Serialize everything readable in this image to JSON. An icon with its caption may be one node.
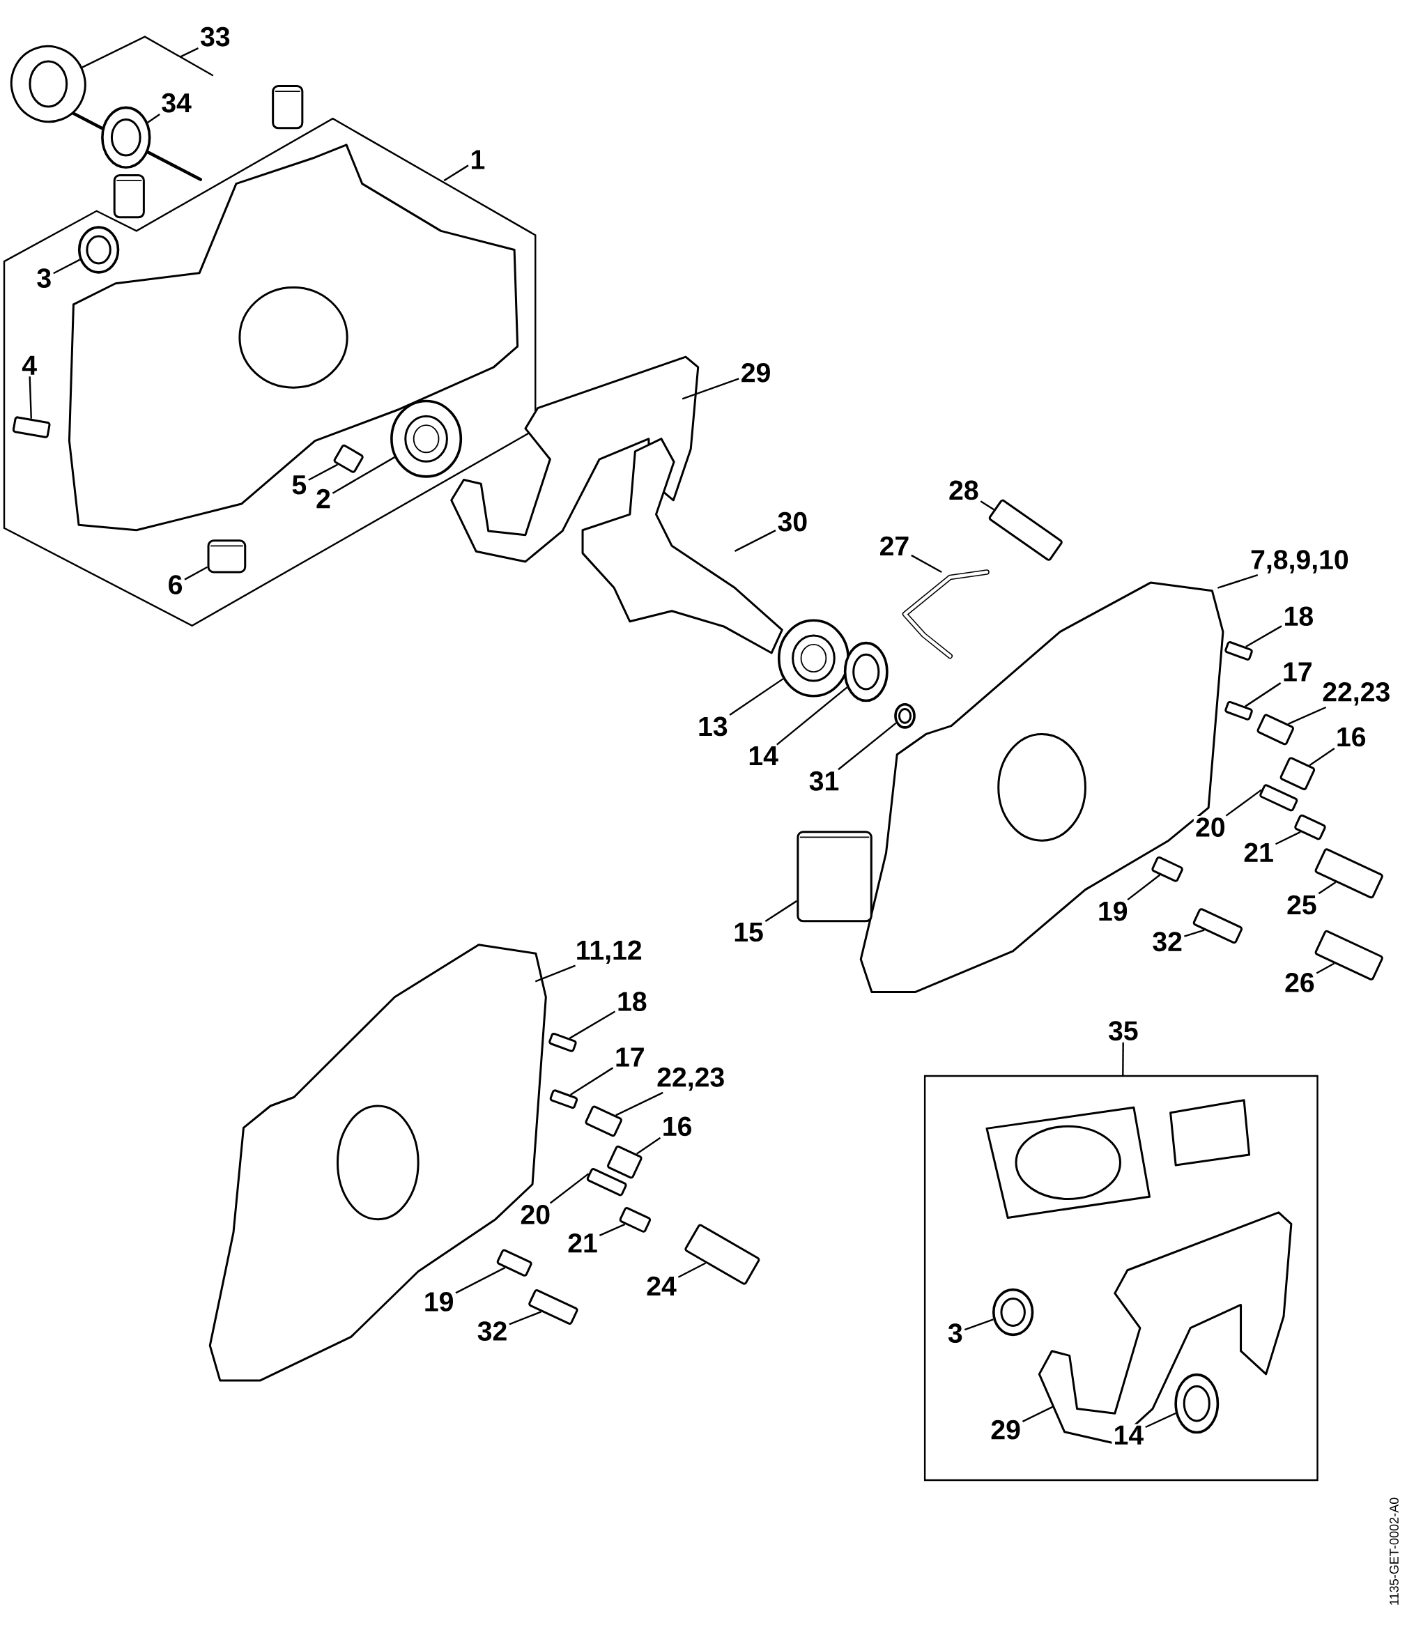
{
  "diagram": {
    "nodes": [
      {
        "text": [
          "33"
        ]
      },
      {
        "text": [
          "34"
        ]
      },
      {
        "text": [],
        "shape": "picture"
      },
      {
        "text": [],
        "shape": "picture"
      },
      {
        "text": [
          "1"
        ]
      },
      {
        "text": [],
        "shape": "box"
      },
      {
        "text": [
          "3"
        ],
        "in": 5
      },
      {
        "text": [],
        "shape": "picture",
        "in": 5
      },
      {
        "text": [
          "4"
        ],
        "in": 5
      },
      {
        "text": [],
        "shape": "picture",
        "in": 5
      },
      {
        "text": [
          "5"
        ],
        "in": 5
      },
      {
        "text": [],
        "shape": "picture",
        "in": 5
      },
      {
        "text": [
          "2"
        ],
        "in": 5
      },
      {
        "text": [],
        "shape": "picture",
        "in": 5
      },
      {
        "text": [
          "6"
        ],
        "in": 5
      },
      {
        "text": [],
        "shape": "picture",
        "in": 5
      },
      {
        "text": [
          "29"
        ]
      },
      {
        "text": [],
        "shape": "picture"
      },
      {
        "text": [
          "30"
        ]
      },
      {
        "text": [],
        "shape": "picture"
      },
      {
        "text": [
          "28"
        ]
      },
      {
        "text": [],
        "shape": "picture"
      },
      {
        "text": [
          "27"
        ]
      },
      {
        "text": [],
        "shape": "picture"
      },
      {
        "text": [
          "7,8,9,10"
        ]
      },
      {
        "text": [],
        "shape": "picture"
      },
      {
        "text": [
          "18"
        ]
      },
      {
        "text": [],
        "shape": "picture"
      },
      {
        "text": [
          "17"
        ]
      },
      {
        "text": [],
        "shape": "picture"
      },
      {
        "text": [
          "22,23"
        ]
      },
      {
        "text": [],
        "shape": "picture"
      },
      {
        "text": [
          "16"
        ]
      },
      {
        "text": [],
        "shape": "picture"
      },
      {
        "text": [
          "13"
        ]
      },
      {
        "text": [],
        "shape": "picture"
      },
      {
        "text": [
          "14"
        ]
      },
      {
        "text": [],
        "shape": "picture"
      },
      {
        "text": [
          "31"
        ]
      },
      {
        "text": [],
        "shape": "picture"
      },
      {
        "text": [
          "20"
        ]
      },
      {
        "text": [],
        "shape": "picture"
      },
      {
        "text": [
          "21"
        ]
      },
      {
        "text": [],
        "shape": "picture"
      },
      {
        "text": [
          "15"
        ]
      },
      {
        "text": [],
        "shape": "picture"
      },
      {
        "text": [
          "19"
        ]
      },
      {
        "text": [],
        "shape": "picture"
      },
      {
        "text": [
          "32"
        ]
      },
      {
        "text": [],
        "shape": "picture"
      },
      {
        "text": [
          "25"
        ]
      },
      {
        "text": [],
        "shape": "picture"
      },
      {
        "text": [
          "26"
        ]
      },
      {
        "text": [],
        "shape": "picture"
      },
      {
        "text": [
          "11,12"
        ]
      },
      {
        "text": [],
        "shape": "picture"
      },
      {
        "text": [
          "18"
        ]
      },
      {
        "text": [],
        "shape": "picture"
      },
      {
        "text": [
          "17"
        ]
      },
      {
        "text": [],
        "shape": "picture"
      },
      {
        "text": [
          "22,23"
        ]
      },
      {
        "text": [],
        "shape": "picture"
      },
      {
        "text": [
          "16"
        ]
      },
      {
        "text": [],
        "shape": "picture"
      },
      {
        "text": [
          "20"
        ]
      },
      {
        "text": [],
        "shape": "picture"
      },
      {
        "text": [
          "21"
        ]
      },
      {
        "text": [],
        "shape": "picture"
      },
      {
        "text": [
          "24"
        ]
      },
      {
        "text": [],
        "shape": "picture"
      },
      {
        "text": [
          "19"
        ]
      },
      {
        "text": [],
        "shape": "picture"
      },
      {
        "text": [
          "32"
        ]
      },
      {
        "text": [],
        "shape": "picture"
      },
      {
        "text": [
          "35"
        ]
      },
      {
        "text": [],
        "shape": "box"
      },
      {
        "text": [
          "3"
        ],
        "in": 75
      },
      {
        "text": [],
        "shape": "picture",
        "in": 75
      },
      {
        "text": [
          "29"
        ],
        "in": 75
      },
      {
        "text": [],
        "shape": "picture",
        "in": 75
      },
      {
        "text": [
          "14"
        ],
        "in": 75
      },
      {
        "text": [],
        "shape": "picture",
        "in": 75
      },
      {
        "text": [],
        "shape": "picture"
      },
      {
        "text": [],
        "shape": "picture"
      },
      {
        "text": [],
        "shape": "picture",
        "in": 5
      },
      {
        "text": [],
        "shape": "picture",
        "in": 75
      },
      {
        "text": [],
        "shape": "picture",
        "in": 75
      }
    ],
    "edges": [
      {
        "from": 0,
        "to": 2,
        "arrow": "none"
      },
      {
        "from": 1,
        "to": 3,
        "arrow": "none"
      },
      {
        "from": 4,
        "to": 5,
        "arrow": "none"
      },
      {
        "from": 6,
        "to": 7,
        "arrow": "none"
      },
      {
        "from": 8,
        "to": 9,
        "arrow": "none"
      },
      {
        "from": 10,
        "to": 11,
        "arrow": "none"
      },
      {
        "from": 12,
        "to": 13,
        "arrow": "none"
      },
      {
        "from": 14,
        "to": 15,
        "arrow": "none"
      },
      {
        "from": 16,
        "to": 17,
        "arrow": "none"
      },
      {
        "from": 18,
        "to": 19,
        "arrow": "none"
      },
      {
        "from": 20,
        "to": 21,
        "arrow": "none"
      },
      {
        "from": 22,
        "to": 23,
        "arrow": "none"
      },
      {
        "from": 24,
        "to": 25,
        "arrow": "none"
      },
      {
        "from": 26,
        "to": 27,
        "arrow": "none"
      },
      {
        "from": 28,
        "to": 29,
        "arrow": "none"
      },
      {
        "from": 30,
        "to": 31,
        "arrow": "none"
      },
      {
        "from": 32,
        "to": 33,
        "arrow": "none"
      },
      {
        "from": 34,
        "to": 35,
        "arrow": "none"
      },
      {
        "from": 36,
        "to": 37,
        "arrow": "none"
      },
      {
        "from": 38,
        "to": 39,
        "arrow": "none"
      },
      {
        "from": 40,
        "to": 41,
        "arrow": "none"
      },
      {
        "from": 42,
        "to": 43,
        "arrow": "none"
      },
      {
        "from": 44,
        "to": 45,
        "arrow": "none"
      },
      {
        "from": 46,
        "to": 47,
        "arrow": "none"
      },
      {
        "from": 48,
        "to": 49,
        "arrow": "none"
      },
      {
        "from": 50,
        "to": 51,
        "arrow": "none"
      },
      {
        "from": 52,
        "to": 53,
        "arrow": "none"
      },
      {
        "from": 54,
        "to": 55,
        "arrow": "none"
      },
      {
        "from": 56,
        "to": 57,
        "arrow": "none"
      },
      {
        "from": 58,
        "to": 59,
        "arrow": "none"
      },
      {
        "from": 60,
        "to": 61,
        "arrow": "none"
      },
      {
        "from": 62,
        "to": 63,
        "arrow": "none"
      },
      {
        "from": 64,
        "to": 65,
        "arrow": "none"
      },
      {
        "from": 66,
        "to": 67,
        "arrow": "none"
      },
      {
        "from": 68,
        "to": 69,
        "arrow": "none"
      },
      {
        "from": 70,
        "to": 71,
        "arrow": "none"
      },
      {
        "from": 72,
        "to": 73,
        "arrow": "none"
      },
      {
        "from": 74,
        "to": 75,
        "arrow": "none"
      },
      {
        "from": 76,
        "to": 77,
        "arrow": "none"
      },
      {
        "from": 78,
        "to": 79,
        "arrow": "none"
      },
      {
        "from": 80,
        "to": 81,
        "arrow": "none"
      }
    ],
    "labels": [
      "1135-GET-0002-A0"
    ]
  }
}
